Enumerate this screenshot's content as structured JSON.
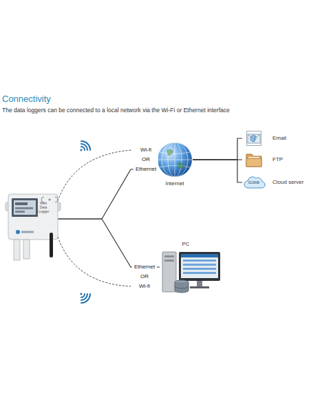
{
  "diagram": {
    "title": "Connectivity",
    "caption": "The data loggers can be connected to a local network via the Wi-Fi or Ethernet interface",
    "nodes": [
      {
        "text": [
          "Web Data Logger"
        ]
      },
      {
        "text": [
          "Internet"
        ]
      },
      {
        "text": [
          "Email"
        ]
      },
      {
        "text": [
          "FTP"
        ]
      },
      {
        "text": [
          "Cloud server"
        ]
      },
      {
        "text": [
          "PC"
        ]
      }
    ],
    "edges": [
      {
        "from": 0,
        "to": 1,
        "label": "Wi-fi OR Ethernet",
        "arrow": "none"
      },
      {
        "from": 0,
        "to": 5,
        "label": "Ethernet OR Wi-fi",
        "arrow": "none"
      },
      {
        "from": 1,
        "to": 2,
        "arrow": "none"
      },
      {
        "from": 1,
        "to": 3,
        "arrow": "none"
      },
      {
        "from": 1,
        "to": 4,
        "arrow": "none"
      }
    ],
    "labels": [
      "@",
      "CLOUD"
    ]
  }
}
